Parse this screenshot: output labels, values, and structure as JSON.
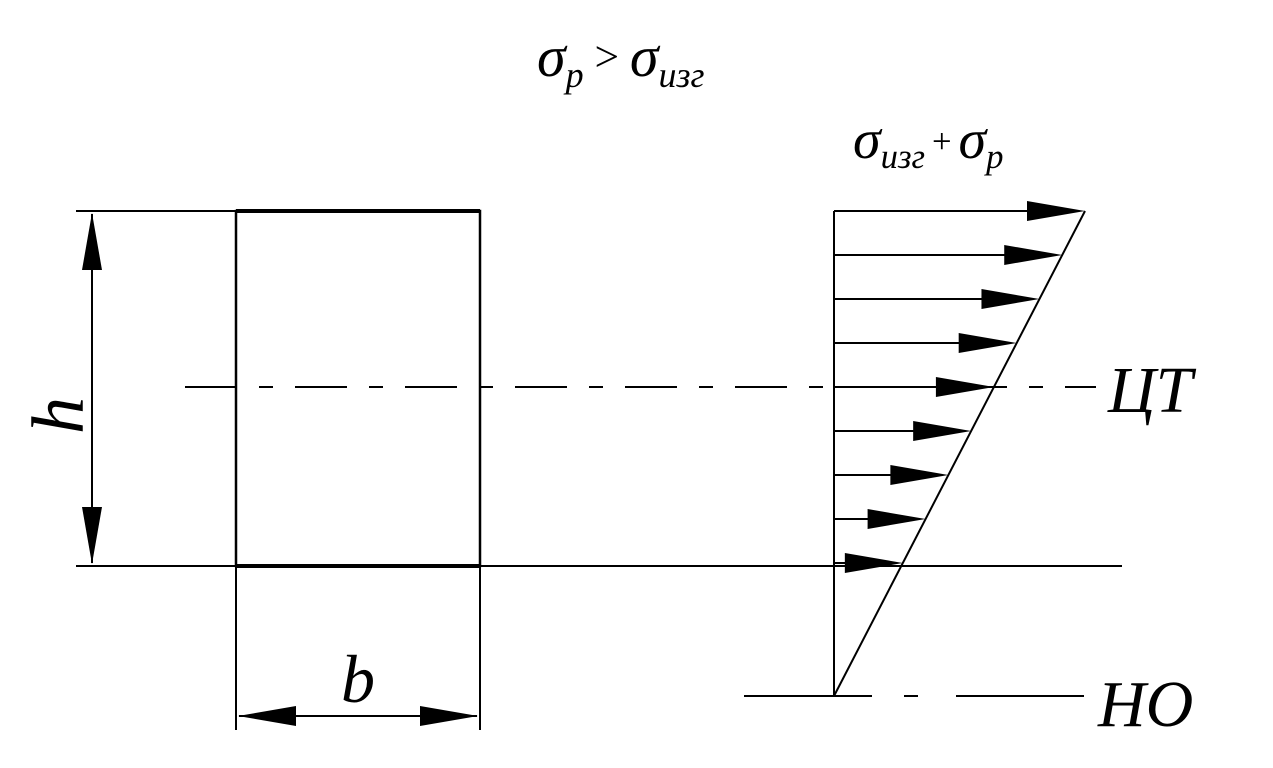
{
  "title": {
    "sigma": "σ",
    "sub_left": "р",
    "relation": ">",
    "sub_right": "изг"
  },
  "stress_label": {
    "sigma": "σ",
    "sub_left": "изг",
    "plus": "+",
    "sub_right": "р"
  },
  "dimensions": {
    "height": "h",
    "width": "b"
  },
  "axes": {
    "centroid": "ЦТ",
    "neutral": "НО"
  }
}
